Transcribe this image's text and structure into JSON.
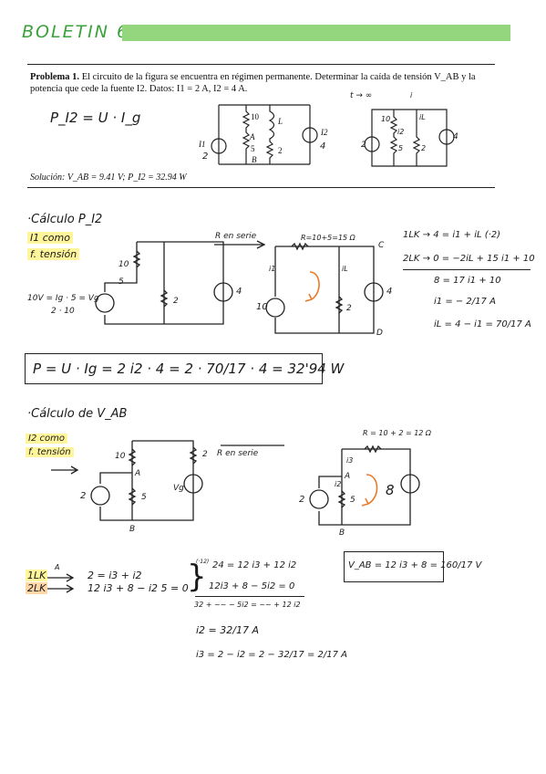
{
  "header": {
    "title": "BOLETIN 6",
    "accent_color": "#93d67d"
  },
  "problem": {
    "heading": "Problema 1.",
    "statement": "El circuito de la figura se encuentra en régimen permanente. Determinar la caída de tensión V_AB y la potencia que cede la fuente I2. Datos: I1 = 2 A, I2 = 4 A.",
    "solution": "Solución: V_AB = 9.41 V; P_I2 = 32.94 W",
    "formula": "P_I2 = U · I_g",
    "time_label": "t → ∞"
  },
  "circuit_labels": {
    "r10": "10",
    "l": "L",
    "a": "A",
    "r5": "5",
    "r2": "2",
    "b": "B",
    "i1": "I1",
    "i1_val": "2",
    "i2": "I2",
    "i2_val": "4",
    "i": "i",
    "il": "iL",
    "i2s": "i2",
    "r10b": "10",
    "r5b": "5",
    "r2b": "2",
    "v4": "4",
    "v2": "2"
  },
  "section1": {
    "title": "·Cálculo  P_I2",
    "note_line1": "I1 como",
    "note_line2": "f. tensión",
    "arrow_label": "R en serie",
    "r_label": "R=10+5=15 Ω",
    "c_label": "C",
    "d_label": "D",
    "vg_eq": "10V = Ig · 5 = Vg",
    "vg_eq2": "2 · 10",
    "r10": "10",
    "r5": "5",
    "r2": "2",
    "src4": "4",
    "src10": "10",
    "r2b": "2",
    "src4b": "4",
    "i1": "i1",
    "il": "iL",
    "eq1": "1LK → 4 = i1 + iL   (·2)",
    "eq2": "2LK → 0 = −2iL + 15 i1 + 10",
    "eq3": "8 = 17 i1 + 10",
    "eq4": "i1 = − 2/17 A",
    "eq5": "iL = 4 − i1 = 70/17 A",
    "result": "P = U · Ig  =  2 i2 · 4  =  2 · 70/17 · 4  =  32'94 W"
  },
  "section2": {
    "title": "·Cálculo  de  V_AB",
    "note_line1": "I2 como",
    "note_line2": "f. tensión",
    "arrow_label": "R en serie",
    "r_label": "R = 10 + 2 = 12 Ω",
    "a1": "A",
    "b1": "B",
    "a2": "A",
    "b2": "B",
    "r10": "10",
    "r5": "5",
    "r2": "2",
    "src2": "2",
    "vg": "Vg",
    "src2b": "2",
    "r5b": "5",
    "src8": "8",
    "i3": "i3",
    "i2": "i2",
    "kcl_label": "1LK",
    "kcl_node": "A",
    "kcl_eq": "2 = i3 + i2",
    "kvl_label": "2LK",
    "kvl_eq": "12 i3 + 8 − i2 5 = 0",
    "sys1": "24 = 12 i3 + 12 i2",
    "sys2": "12i3 + 8 − 5i2 = 0",
    "sys3": "32 + ~~ − 5i2 = ~~ + 12 i2",
    "sys_mult": "(·12)",
    "i2_res": "i2 = 32/17 A",
    "i3_res": "i3 = 2 − i2 = 2 − 32/17 = 2/17 A",
    "vab_result": "V_AB = 12 i3 + 8 = 160/17 V"
  }
}
